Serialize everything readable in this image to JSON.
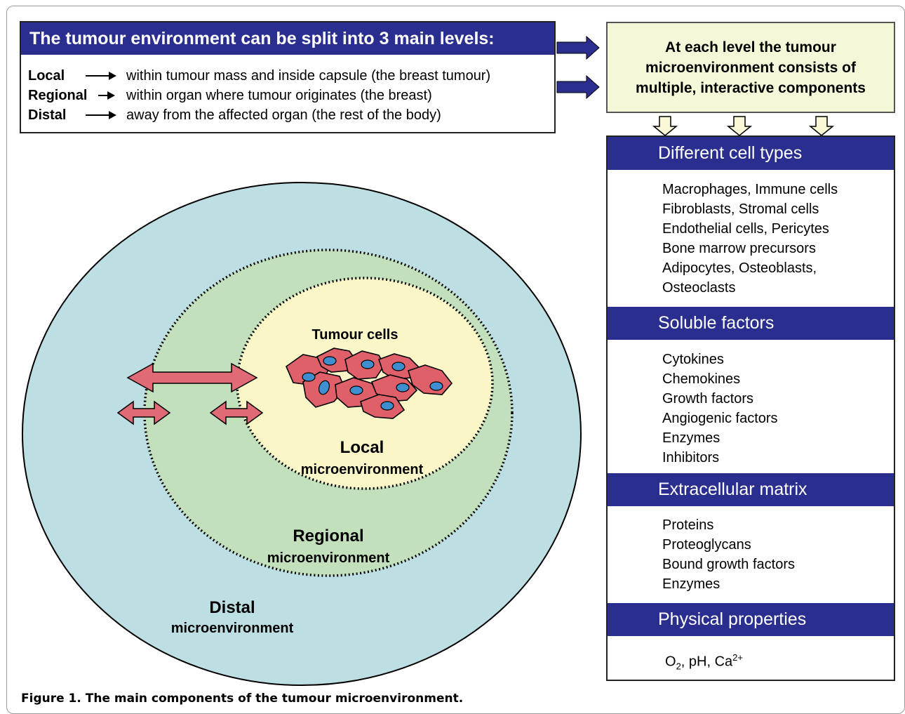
{
  "levels": {
    "header": "The tumour environment can be split into 3 main levels:",
    "items": [
      {
        "name": "Local",
        "desc": "within tumour mass and inside capsule (the breast tumour)"
      },
      {
        "name": "Regional",
        "desc": "within organ where tumour originates (the breast)"
      },
      {
        "name": "Distal",
        "desc": "away from the affected organ (the rest of the body)"
      }
    ]
  },
  "summary": {
    "line1": "At each level the tumour",
    "line2": "microenvironment consists of",
    "line3": "multiple, interactive components"
  },
  "components": {
    "cell_types": {
      "header": "Different cell types",
      "items": [
        "Macrophages, Immune cells",
        "Fibroblasts, Stromal cells",
        "Endothelial cells, Pericytes",
        "Bone marrow precursors",
        "Adipocytes, Osteoblasts,",
        "Osteoclasts"
      ]
    },
    "soluble": {
      "header": "Soluble factors",
      "items": [
        "Cytokines",
        "Chemokines",
        "Growth factors",
        "Angiogenic factors",
        "Enzymes",
        "Inhibitors"
      ]
    },
    "matrix": {
      "header": "Extracellular matrix",
      "items": [
        "Proteins",
        "Proteoglycans",
        "Bound growth factors",
        "Enzymes"
      ]
    },
    "physical": {
      "header": "Physical properties",
      "o": "O",
      "o_sub": "2",
      "mid": ", pH, Ca",
      "ca_sup": "2+"
    }
  },
  "diagram": {
    "tumour_cells": "Tumour cells",
    "local_title": "Local",
    "local_sub": "microenvironment",
    "regional_title": "Regional",
    "regional_sub": "microenvironment",
    "distal_title": "Distal",
    "distal_sub": "microenvironment",
    "colors": {
      "distal": "#bddfe3",
      "regional": "#c3e0bd",
      "local": "#faf6c8",
      "cell": "#e0606a",
      "nucleus": "#3f8fd0",
      "arrow": "#e06a75",
      "header": "#2a2f8f"
    }
  },
  "caption": "Figure 1. The main components of the tumour microenvironment."
}
